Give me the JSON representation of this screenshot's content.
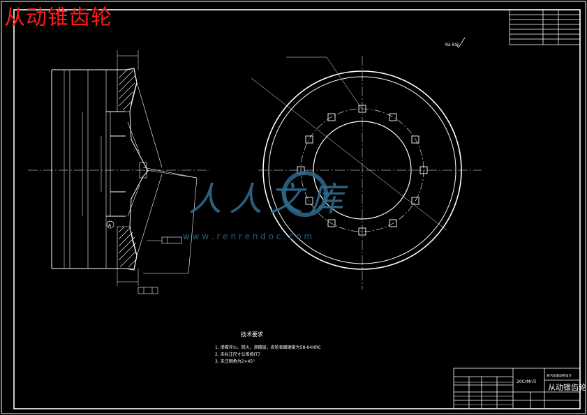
{
  "overlay_title": "从动锥齿轮",
  "watermark": {
    "brand": "人人文库",
    "url": "w w w . r e n r e n d o c . c o m"
  },
  "colors": {
    "background": "#000000",
    "line": "#ffffff",
    "title_overlay": "#ff1a1a",
    "watermark": "#2f6a8c"
  },
  "technical_requirements": {
    "heading": "技术要求",
    "items": [
      "1. 渗碳淬火、回火，渗碳层，齿轮表面硬度为58-64HRC",
      "2. 未标注尺寸公差按IT7",
      "3. 未注倒角为2×45°"
    ]
  },
  "title_block": {
    "part_name": "从动锥齿轮",
    "material": "20CrMnTi",
    "company": "某汽车驱动桥设计"
  },
  "roughness_note": "Ra 6.3",
  "section": {
    "datum_label": "A"
  }
}
